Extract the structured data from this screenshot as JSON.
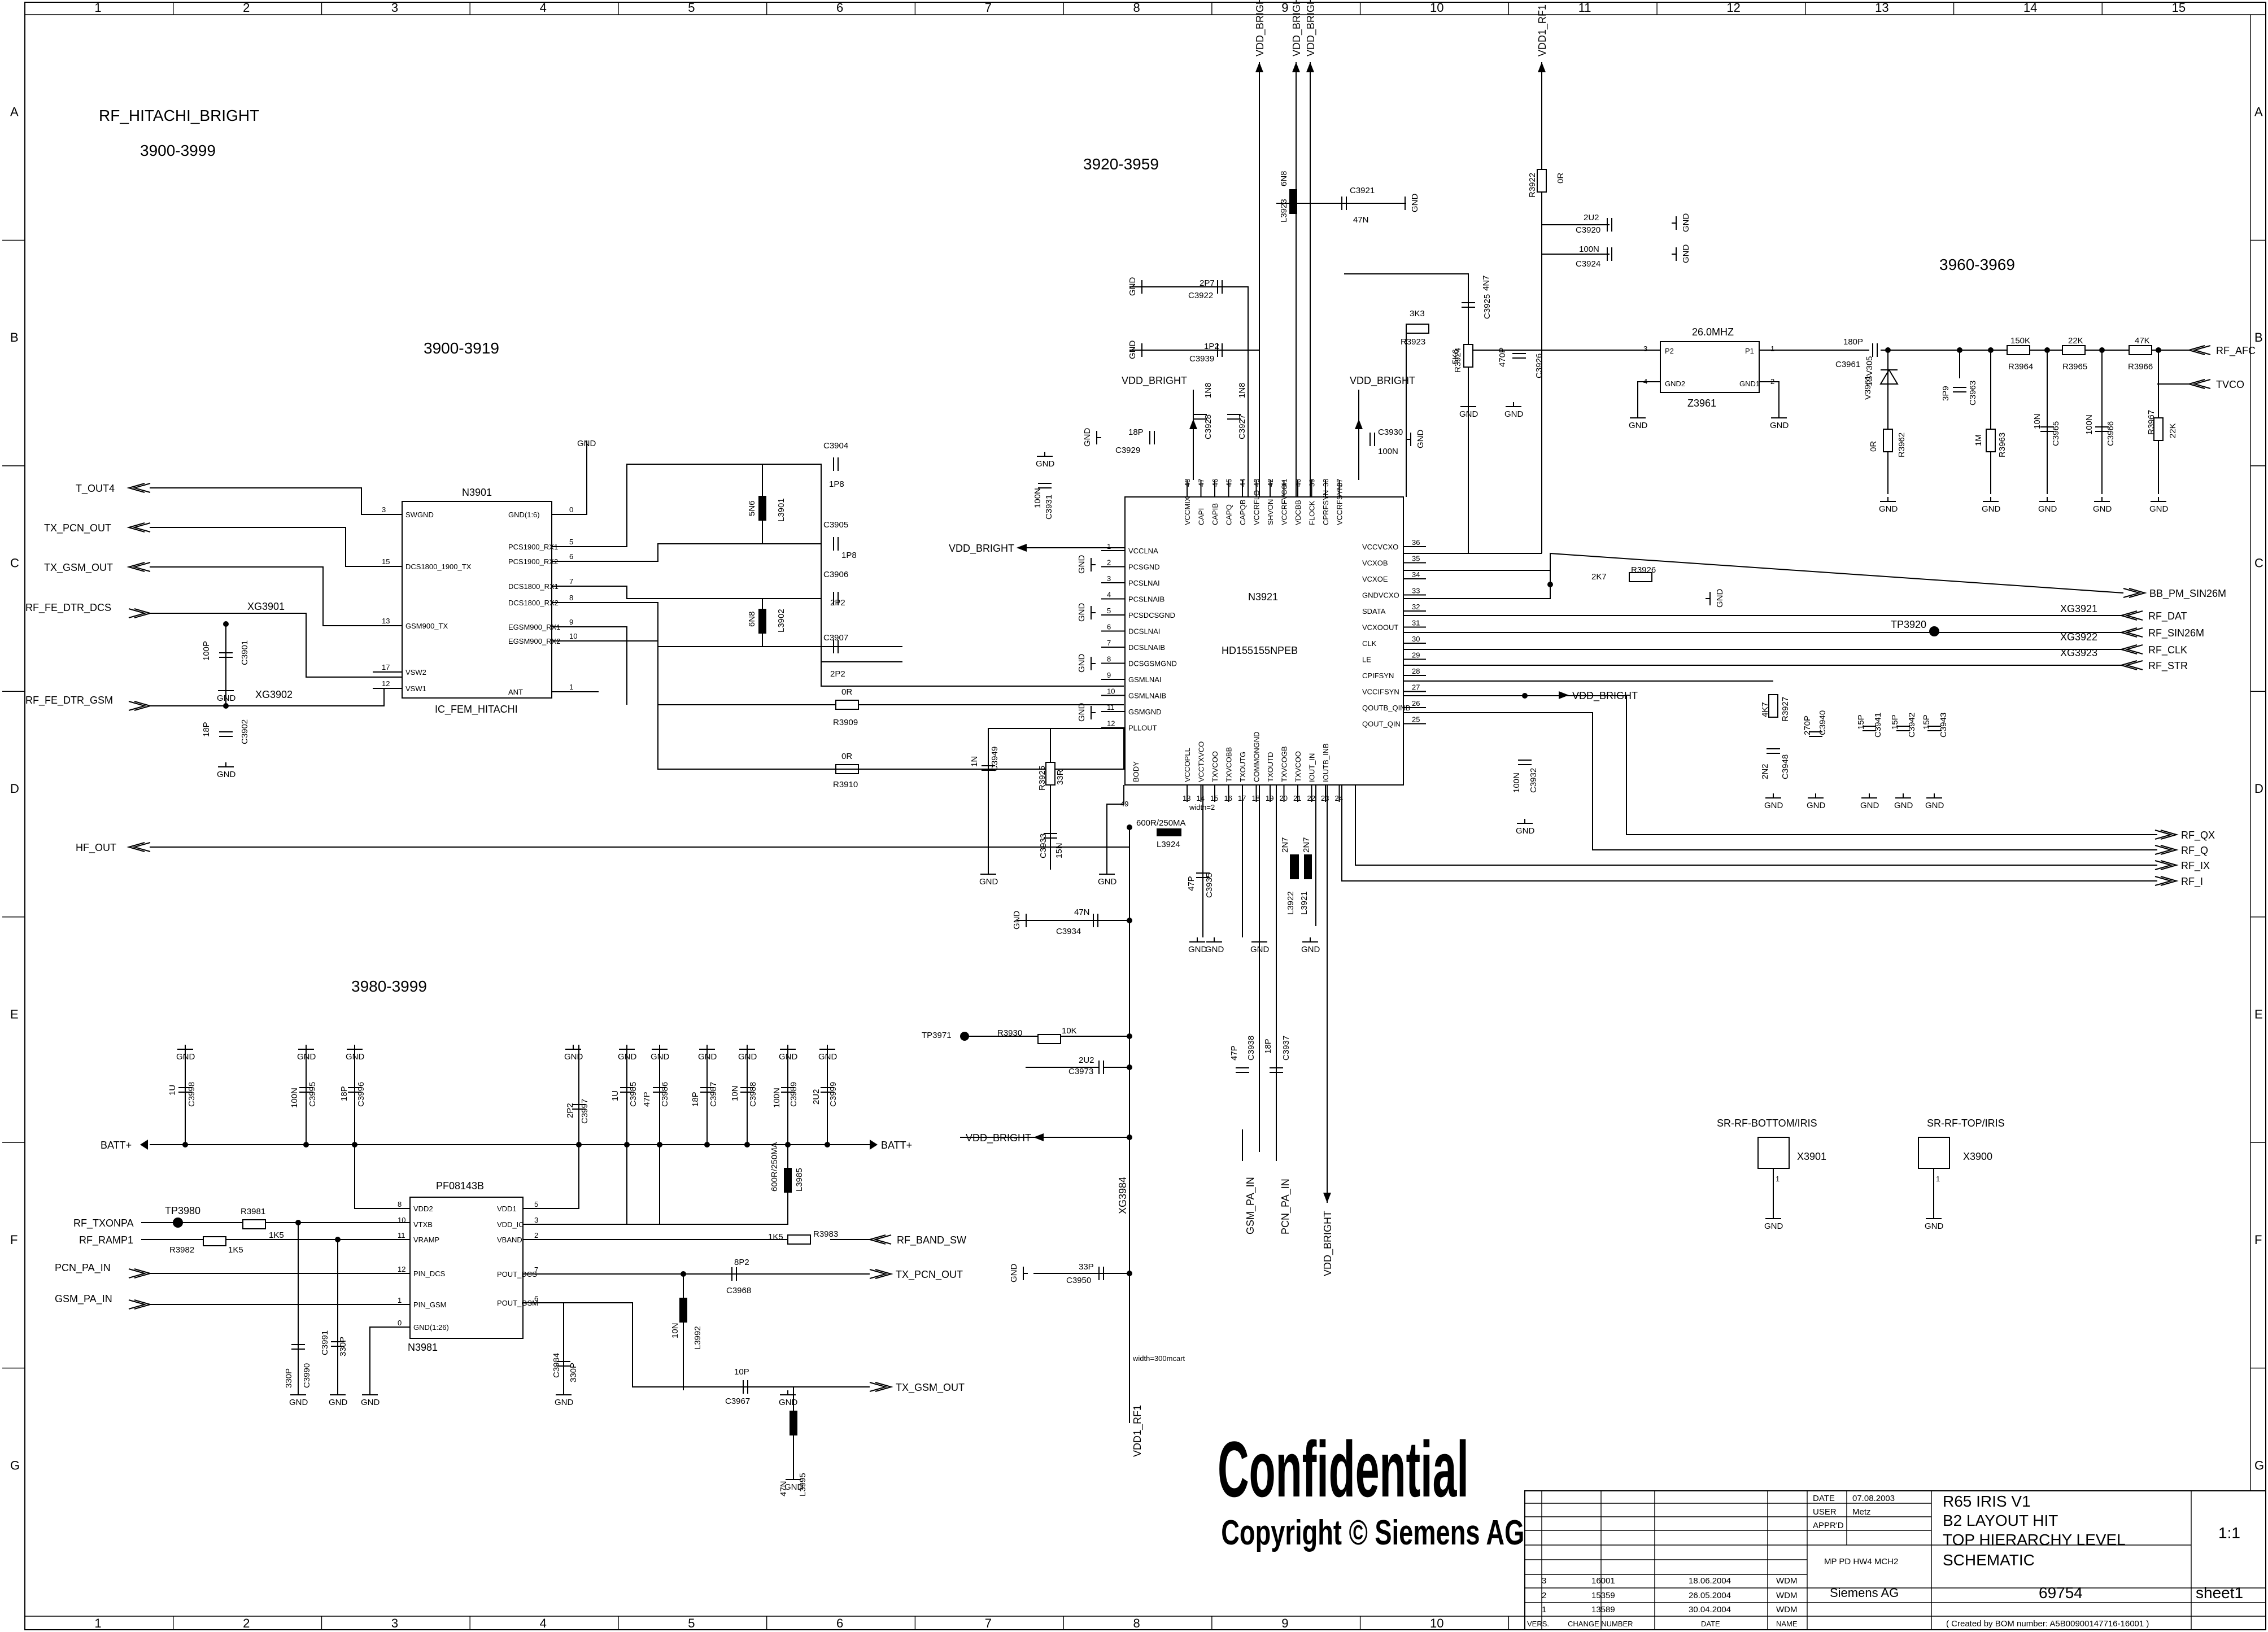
{
  "border": {
    "columns": [
      "1",
      "2",
      "3",
      "4",
      "5",
      "6",
      "7",
      "8",
      "9",
      "10",
      "11",
      "12",
      "13",
      "14",
      "15"
    ],
    "rows": [
      "A",
      "B",
      "C",
      "D",
      "E",
      "F",
      "G"
    ]
  },
  "blocks": {
    "title": "RF_HITACHI_BRIGHT",
    "range_main": "3900-3999",
    "range_fem": "3900-3919",
    "range_transceiver": "3920-3959",
    "range_osc": "3960-3969",
    "range_pa": "3980-3999"
  },
  "fem": {
    "ref": "N3901",
    "name": "IC_FEM_HITACHI",
    "pins": [
      {
        "num": "3",
        "name": "SWGND"
      },
      {
        "num": "15",
        "name": "DCS1800_1900_TX"
      },
      {
        "num": "13",
        "name": "GSM900_TX"
      },
      {
        "num": "17",
        "name": "VSW2"
      },
      {
        "num": "12",
        "name": "VSW1"
      },
      {
        "num": "0",
        "name": "GND(1:6)"
      },
      {
        "num": "5",
        "name": "PCS1900_RX1"
      },
      {
        "num": "6",
        "name": "PCS1900_RX2"
      },
      {
        "num": "7",
        "name": "DCS1800_RX1"
      },
      {
        "num": "8",
        "name": "DCS1800_RX2"
      },
      {
        "num": "9",
        "name": "EGSM900_RX1"
      },
      {
        "num": "10",
        "name": "EGSM900_RX2"
      },
      {
        "num": "1",
        "name": "ANT"
      }
    ]
  },
  "transceiver": {
    "ref": "N3921",
    "name": "HD155155NPEB",
    "left_pins": [
      {
        "num": "1",
        "name": "VCCLNA"
      },
      {
        "num": "2",
        "name": "PCSGND"
      },
      {
        "num": "3",
        "name": "PCSLNAI"
      },
      {
        "num": "4",
        "name": "PCSLNAIB"
      },
      {
        "num": "5",
        "name": "PCSDCSGND"
      },
      {
        "num": "6",
        "name": "DCSLNAI"
      },
      {
        "num": "7",
        "name": "DCSLNAIB"
      },
      {
        "num": "8",
        "name": "DCSGSMGND"
      },
      {
        "num": "9",
        "name": "GSMLNAI"
      },
      {
        "num": "10",
        "name": "GSMLNAIB"
      },
      {
        "num": "11",
        "name": "GSMGND"
      },
      {
        "num": "12",
        "name": "PLLOUT"
      }
    ],
    "right_pins": [
      {
        "num": "36",
        "name": "VCCVCXO"
      },
      {
        "num": "35",
        "name": "VCXOB"
      },
      {
        "num": "34",
        "name": "VCXOE"
      },
      {
        "num": "33",
        "name": "GNDVCXO"
      },
      {
        "num": "32",
        "name": "SDATA"
      },
      {
        "num": "31",
        "name": "VCXOOUT"
      },
      {
        "num": "30",
        "name": "CLK"
      },
      {
        "num": "29",
        "name": "LE"
      },
      {
        "num": "28",
        "name": "CPIFSYN"
      },
      {
        "num": "27",
        "name": "VCCIFSYN"
      },
      {
        "num": "26",
        "name": "QOUTB_QINB"
      },
      {
        "num": "25",
        "name": "QOUT_QIN"
      }
    ],
    "top_pins": [
      "48",
      "47",
      "46",
      "45",
      "44",
      "43",
      "42",
      "41",
      "40",
      "39",
      "38",
      "37"
    ],
    "top_names": [
      "VCCMIX",
      "CAPI",
      "CAPIB",
      "CAPQ",
      "CAPQB",
      "VCCRFLO",
      "SHVON",
      "VCCRFVCO",
      "VDCBB",
      "FLOCK",
      "CPRFSYN",
      "VCCRFSYN"
    ],
    "bottom_pins": [
      "13",
      "14",
      "15",
      "16",
      "17",
      "18",
      "19",
      "20",
      "21",
      "22",
      "23",
      "24"
    ],
    "bottom_names": [
      "VCCOPLL",
      "VCCTXVCO",
      "TXVCOO",
      "TXVCOBB",
      "TXOUTG",
      "COMMONGND",
      "TXOUTD",
      "TXVCOGB",
      "TXVCOO",
      "IOUT_IN",
      "IOUTB_INB",
      ""
    ],
    "corner": {
      "num": "49",
      "name": "BODY"
    }
  },
  "oscillator": {
    "ref": "Z3961",
    "freq": "26.0MHZ",
    "pins": [
      "P2",
      "P1",
      "GND2",
      "GND1"
    ],
    "nums": [
      "3",
      "1",
      "4",
      "2"
    ]
  },
  "pa": {
    "ref": "N3981",
    "name": "PF08143B",
    "left_pins": [
      {
        "num": "8",
        "name": "VDD2"
      },
      {
        "num": "10",
        "name": "VTXB"
      },
      {
        "num": "11",
        "name": "VRAMP"
      },
      {
        "num": "12",
        "name": "PIN_DCS"
      },
      {
        "num": "1",
        "name": "PIN_GSM"
      },
      {
        "num": "0",
        "name": "GND(1:26)"
      }
    ],
    "right_pins": [
      {
        "num": "5",
        "name": "VDD1"
      },
      {
        "num": "3",
        "name": "VDD_IC"
      },
      {
        "num": "2",
        "name": "VBAND"
      },
      {
        "num": "7",
        "name": "POUT_DCS"
      },
      {
        "num": "6",
        "name": "POUT_GSM"
      }
    ]
  },
  "ports_left": [
    "T_OUT4",
    "TX_PCN_OUT",
    "TX_GSM_OUT",
    "RF_FE_DTR_DCS",
    "RF_FE_DTR_GSM",
    "HF_OUT",
    "BATT+",
    "RF_TXONPA",
    "RF_RAMP1",
    "PCN_PA_IN",
    "GSM_PA_IN"
  ],
  "ports_right": [
    "RF_AFC",
    "TVCO",
    "BB_PM_SIN26M",
    "RF_DAT",
    "RF_SIN26M",
    "RF_CLK",
    "RF_STR",
    "RF_QX",
    "RF_Q",
    "RF_IX",
    "RF_I",
    "BATT+",
    "RF_BAND_SW",
    "TX_PCN_OUT",
    "TX_GSM_OUT"
  ],
  "power_nets": {
    "vdd": "VDD_BRIGHT",
    "vdd1": "VDD1_RF1",
    "gnd": "GND"
  },
  "xg": [
    "XG3901",
    "XG3902",
    "XG3921",
    "XG3922",
    "XG3923",
    "XG3984"
  ],
  "testpoints": [
    "TP3920",
    "TP3971",
    "TP3980"
  ],
  "components": {
    "C3904": "1P8",
    "C3905": "1P8",
    "C3906": "2P2",
    "C3907": "2P2",
    "L3901": "5N6",
    "L3902": "6N8",
    "R3909": "0R",
    "R3910": "0R",
    "C3901": "100P",
    "C3902": "18P",
    "C3921": "47N",
    "L3923": "6N8",
    "R3922": "0R",
    "C3920": "2U2",
    "C3924": "100N",
    "C3922": "2P7",
    "C3939": "1P2",
    "C3928": "1N8",
    "C3927": "1N8",
    "C3929": "18P",
    "C3930": "100N",
    "C3931": "100N",
    "C3925": "4N7",
    "R3923": "3K3",
    "R3924": "5K6",
    "C3926": "470P",
    "C3949": "1N",
    "R3925": "33R",
    "C3933": "15N",
    "L3924": "600R/250MA",
    "C3935": "47P",
    "C3934": "47N",
    "L3922": "2N7",
    "L3921": "2N7",
    "R3926": "2K7",
    "C3932": "100N",
    "R3927": "4K7",
    "C3948": "2N2",
    "C3940": "270P",
    "C3941": "15P",
    "C3942": "15P",
    "C3943": "15P",
    "C3961": "180P",
    "V3961": "1SV305",
    "C3963": "3P9",
    "R3962": "0R",
    "R3963": "1M",
    "R3964": "150K",
    "R3965": "22K",
    "R3966": "47K",
    "C3965": "10N",
    "C3966": "100N",
    "R3967": "22K",
    "R3930": "10K",
    "C3973": "2U2",
    "C3938": "47P",
    "C3937": "18P",
    "C3950": "33P",
    "C3998": "1U",
    "C3995": "100N",
    "C3996": "18P",
    "C3997": "2P2",
    "C3985": "1U",
    "C3986": "47P",
    "C3987": "18P",
    "C3988": "10N",
    "C3989": "100N",
    "C3999": "2U2",
    "L3985": "600R/250MA",
    "R3981": "1K5",
    "R3982": "1K5",
    "R3983": "1K5",
    "C3968": "8P2",
    "L3992": "10N",
    "C3967": "10P",
    "L3995": "47N",
    "C3990": "330P",
    "C3991": "330P",
    "C3984": "330P"
  },
  "connectors": [
    {
      "title": "SR-RF-BOTTOM/IRIS",
      "ref": "X3901",
      "pin": "1"
    },
    {
      "title": "SR-RF-TOP/IRIS",
      "ref": "X3900",
      "pin": "1"
    }
  ],
  "notes": {
    "width1": "width=2",
    "width2": "width=300mcart"
  },
  "stamp": {
    "confidential": "Confidential",
    "copyright": "Copyright © Siemens AG"
  },
  "title_block": {
    "date_label": "DATE",
    "date": "07.08.2003",
    "user_label": "USER",
    "user": "Metz",
    "appr_label": "APPR'D",
    "dept": "MP PD HW4 MCH2",
    "company": "Siemens AG",
    "title_lines": [
      "R65 IRIS V1",
      "B2 LAYOUT HIT",
      "TOP HIERARCHY LEVEL",
      "SCHEMATIC"
    ],
    "scale": "1:1",
    "doc_no": "69754",
    "sheet": "sheet1",
    "created": "( Created by BOM number: A5B00900147716-16001 )",
    "revisions": [
      {
        "vers": "3",
        "change": "16001",
        "date": "18.06.2004",
        "name": "WDM"
      },
      {
        "vers": "2",
        "change": "15359",
        "date": "26.05.2004",
        "name": "WDM"
      },
      {
        "vers": "1",
        "change": "13589",
        "date": "30.04.2004",
        "name": "WDM"
      }
    ],
    "headers": [
      "VERS.",
      "CHANGE NUMBER",
      "DATE",
      "NAME"
    ]
  }
}
